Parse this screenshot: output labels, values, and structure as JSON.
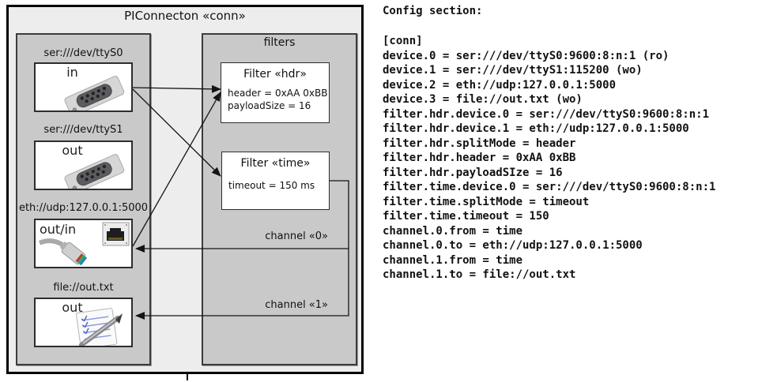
{
  "diagram": {
    "title": "PIConnecton «conn»",
    "devices": [
      {
        "label": "ser:///dev/ttyS0",
        "direction": "in",
        "icon": "serial-connector-icon"
      },
      {
        "label": "ser:///dev/ttyS1",
        "direction": "out",
        "icon": "serial-connector-icon"
      },
      {
        "label": "eth://udp:127.0.0.1:5000",
        "direction": "out/in",
        "icon": "ethernet-plug-icon"
      },
      {
        "label": "file://out.txt",
        "direction": "out",
        "icon": "notepad-pen-icon"
      }
    ],
    "filters_group": {
      "title": "filters",
      "filters": [
        {
          "title": "Filter «hdr»",
          "properties": [
            "header = 0xAA 0xBB",
            "payloadSize = 16"
          ]
        },
        {
          "title": "Filter «time»",
          "properties": [
            "timeout = 150 ms"
          ]
        }
      ]
    },
    "channels": [
      {
        "label": "channel «0»"
      },
      {
        "label": "channel «1»"
      }
    ]
  },
  "config": {
    "heading": "Config section:",
    "text": "[conn]\ndevice.0 = ser:///dev/ttyS0:9600:8:n:1 (ro)\ndevice.1 = ser:///dev/ttyS1:115200 (wo)\ndevice.2 = eth://udp:127.0.0.1:5000\ndevice.3 = file://out.txt (wo)\nfilter.hdr.device.0 = ser:///dev/ttyS0:9600:8:n:1\nfilter.hdr.device.1 = eth://udp:127.0.0.1:5000\nfilter.hdr.splitMode = header\nfilter.hdr.header = 0xAA 0xBB\nfilter.hdr.payloadSIze = 16\nfilter.time.device.0 = ser:///dev/ttyS0:9600:8:n:1\nfilter.time.splitMode = timeout\nfilter.time.timeout = 150\nchannel.0.from = time\nchannel.0.to = eth://udp:127.0.0.1:5000\nchannel.1.from = time\nchannel.1.to = file://out.txt"
  },
  "colors": {
    "outer_box_bg": "#ededed",
    "group_box_bg": "#c9c9c9",
    "node_bg": "#ffffff",
    "border": "#2d2d2d",
    "line": "#141414",
    "text": "#111111"
  }
}
